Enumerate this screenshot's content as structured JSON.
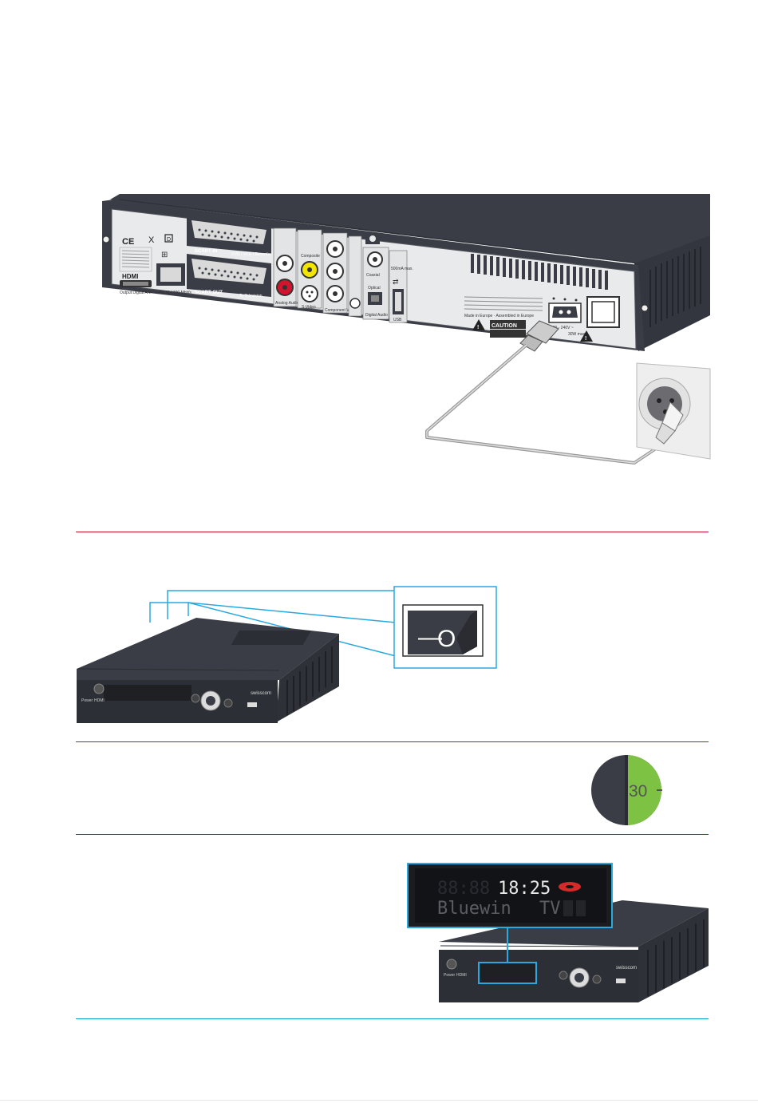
{
  "rear_panel": {
    "certifications": [
      "CE",
      "X",
      "D"
    ],
    "hdmi_logo": "HDMI",
    "hdmi_caption": "Output Digital A/V",
    "lan_caption": "LAN 10 / 100 Mbit/s",
    "scart_in_label": "SCART IN",
    "scart_in_sub": "DVR / VCR / Recorder",
    "scart_out_label": "SCART OUT",
    "scart_out_sub": "To Television",
    "audio_caption": "Analog Audio",
    "composite_label": "Composite",
    "svideo_label": "S-Video",
    "component_label": "Component Video",
    "optical_label": "Optical",
    "coaxial_label": "Coaxial",
    "digital_audio_caption": "Digital Audio",
    "usb_caption": "USB",
    "usb_max": "500mA max.",
    "manufacture_text": "Made in Europe · Assembled in Europe",
    "caution_label": "CAUTION",
    "voltage_label": "100 - 240V ~",
    "power_label": "30W max"
  },
  "front_unit": {
    "brand": "swisscom",
    "power_label": "Power",
    "hdmi_label": "HDMI"
  },
  "switch_labels": {
    "on": "—",
    "off": "O"
  },
  "timer": {
    "value": "30",
    "fill_fraction": 0.5,
    "colors": {
      "fill": "#7dc242",
      "dial": "#3a3d45"
    }
  },
  "display": {
    "time": "18:25",
    "placeholder_digits": "88:88",
    "channel": "Bluewin",
    "suffix": "TV"
  },
  "colors": {
    "divider_red": "#c8102e",
    "divider_blue": "#00a0c6",
    "callout": "#2aa8e0",
    "device": "#3a3d45"
  }
}
